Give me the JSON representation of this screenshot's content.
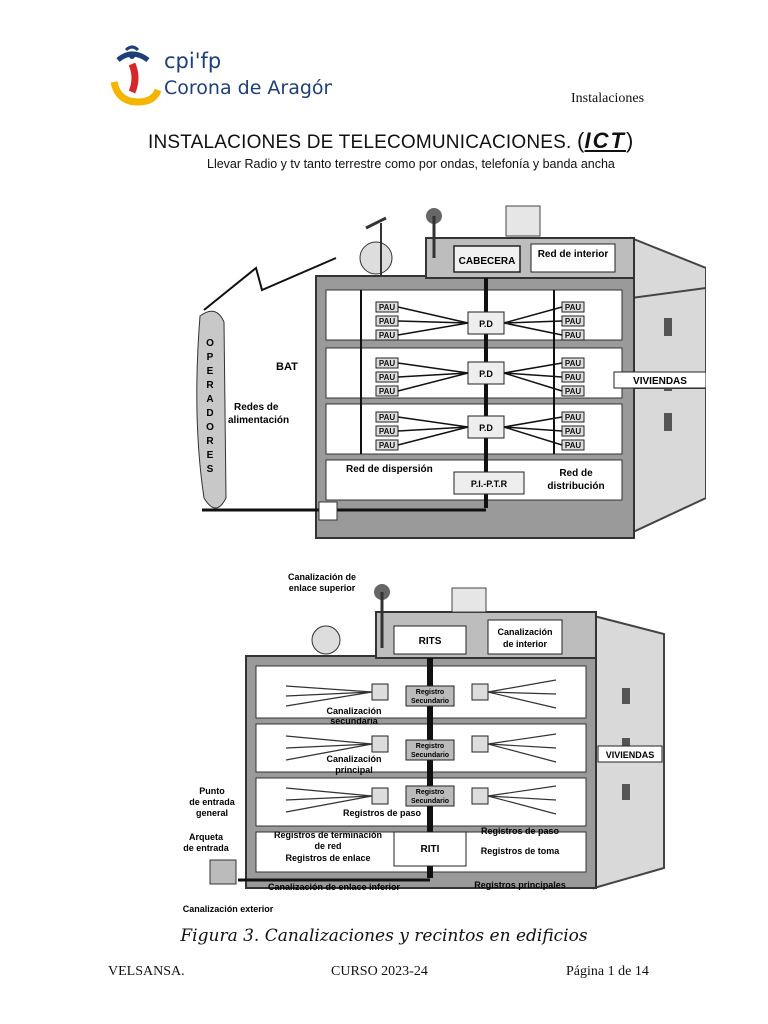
{
  "logo": {
    "brand": "cpi'fp",
    "name": "Corona de Aragón"
  },
  "header": {
    "section": "Instalaciones"
  },
  "title": {
    "main": "INSTALACIONES DE TELECOMUNICACIONES. ",
    "open_paren": "(",
    "acronym": "ICT",
    "close_paren": ")",
    "subtitle": "Llevar Radio y tv tanto terrestre como por ondas, telefonía y banda ancha"
  },
  "figure1": {
    "operadores": [
      "O",
      "P",
      "E",
      "R",
      "A",
      "D",
      "O",
      "R",
      "E",
      "S"
    ],
    "cabecera": "CABECERA",
    "red_interior": "Red de interior",
    "pau": "PAU",
    "pd": "P.D",
    "bat": "BAT",
    "viviendas": "VIVIENDAS",
    "redes_alimentacion_1": "Redes  de",
    "redes_alimentacion_2": "alimentación",
    "red_dispersion": "Red de dispersión",
    "pi_ptr": "P.I.-P.T.R",
    "red_distribucion_1": "Red de",
    "red_distribucion_2": "distribución"
  },
  "figure2": {
    "canal_enlace_sup_1": "Canalización de",
    "canal_enlace_sup_2": "enlace superior",
    "rits": "RITS",
    "canal_interior_1": "Canalización",
    "canal_interior_2": "de interior",
    "registro_secundario_1": "Registro",
    "registro_secundario_2": "Secundario",
    "canal_secundaria_1": "Canalización",
    "canal_secundaria_2": "secundaria",
    "canal_principal_1": "Canalización",
    "canal_principal_2": "principal",
    "viviendas": "VIVIENDAS",
    "registros_paso": "Registros de paso",
    "punto_entrada_1": "Punto",
    "punto_entrada_2": "de entrada",
    "punto_entrada_3": "general",
    "arqueta_1": "Arqueta",
    "arqueta_2": "de entrada",
    "reg_terminacion_1": "Registros de terminación",
    "reg_terminacion_2": "de red",
    "registros_enlace": "Registros de enlace",
    "riti": "RITI",
    "registros_paso_2": "Registros de paso",
    "registros_toma": "Registros de toma",
    "canal_enlace_inferior": "Canalización de enlace inferior",
    "registros_principales": "Registros principales",
    "canal_exterior": "Canalización exterior"
  },
  "caption": "Figura 3. Canalizaciones y recintos en edificios",
  "footer": {
    "author": "VELSANSA.",
    "course": "CURSO 2023-24",
    "page": "Página 1 de 14"
  }
}
